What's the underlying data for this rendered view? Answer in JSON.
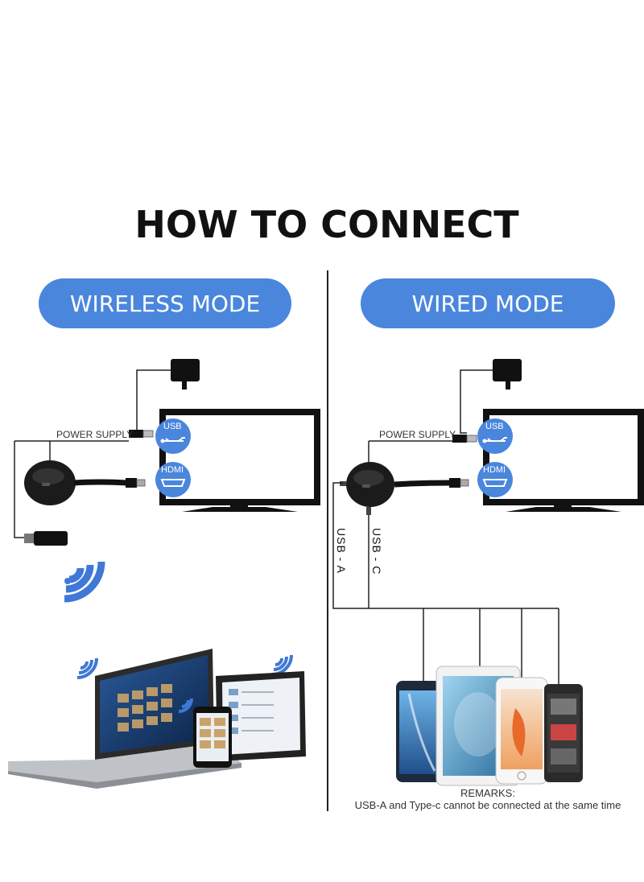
{
  "title": "HOW TO CONNECT",
  "wireless": {
    "mode_label": "WIRELESS MODE",
    "power_supply": "POWER SUPPLY",
    "usb_badge": "USB",
    "hdmi_badge": "HDMI"
  },
  "wired": {
    "mode_label": "WIRED MODE",
    "power_supply": "POWER SUPPLY",
    "usb_badge": "USB",
    "hdmi_badge": "HDMI",
    "usb_a_label": "USB - A",
    "usb_c_label": "USB - C"
  },
  "remarks": {
    "title": "REMARKS:",
    "text": "USB-A and Type-c cannot be connected at the same time"
  },
  "colors": {
    "accent": "#4a86dc",
    "dark": "#1a1a1a",
    "line": "#222222"
  },
  "icons": [
    "power-adapter-icon",
    "usb-icon",
    "hdmi-icon",
    "wifi-icon",
    "tv-icon",
    "dongle-icon",
    "laptop-icon",
    "tablet-icon",
    "phone-icon"
  ]
}
